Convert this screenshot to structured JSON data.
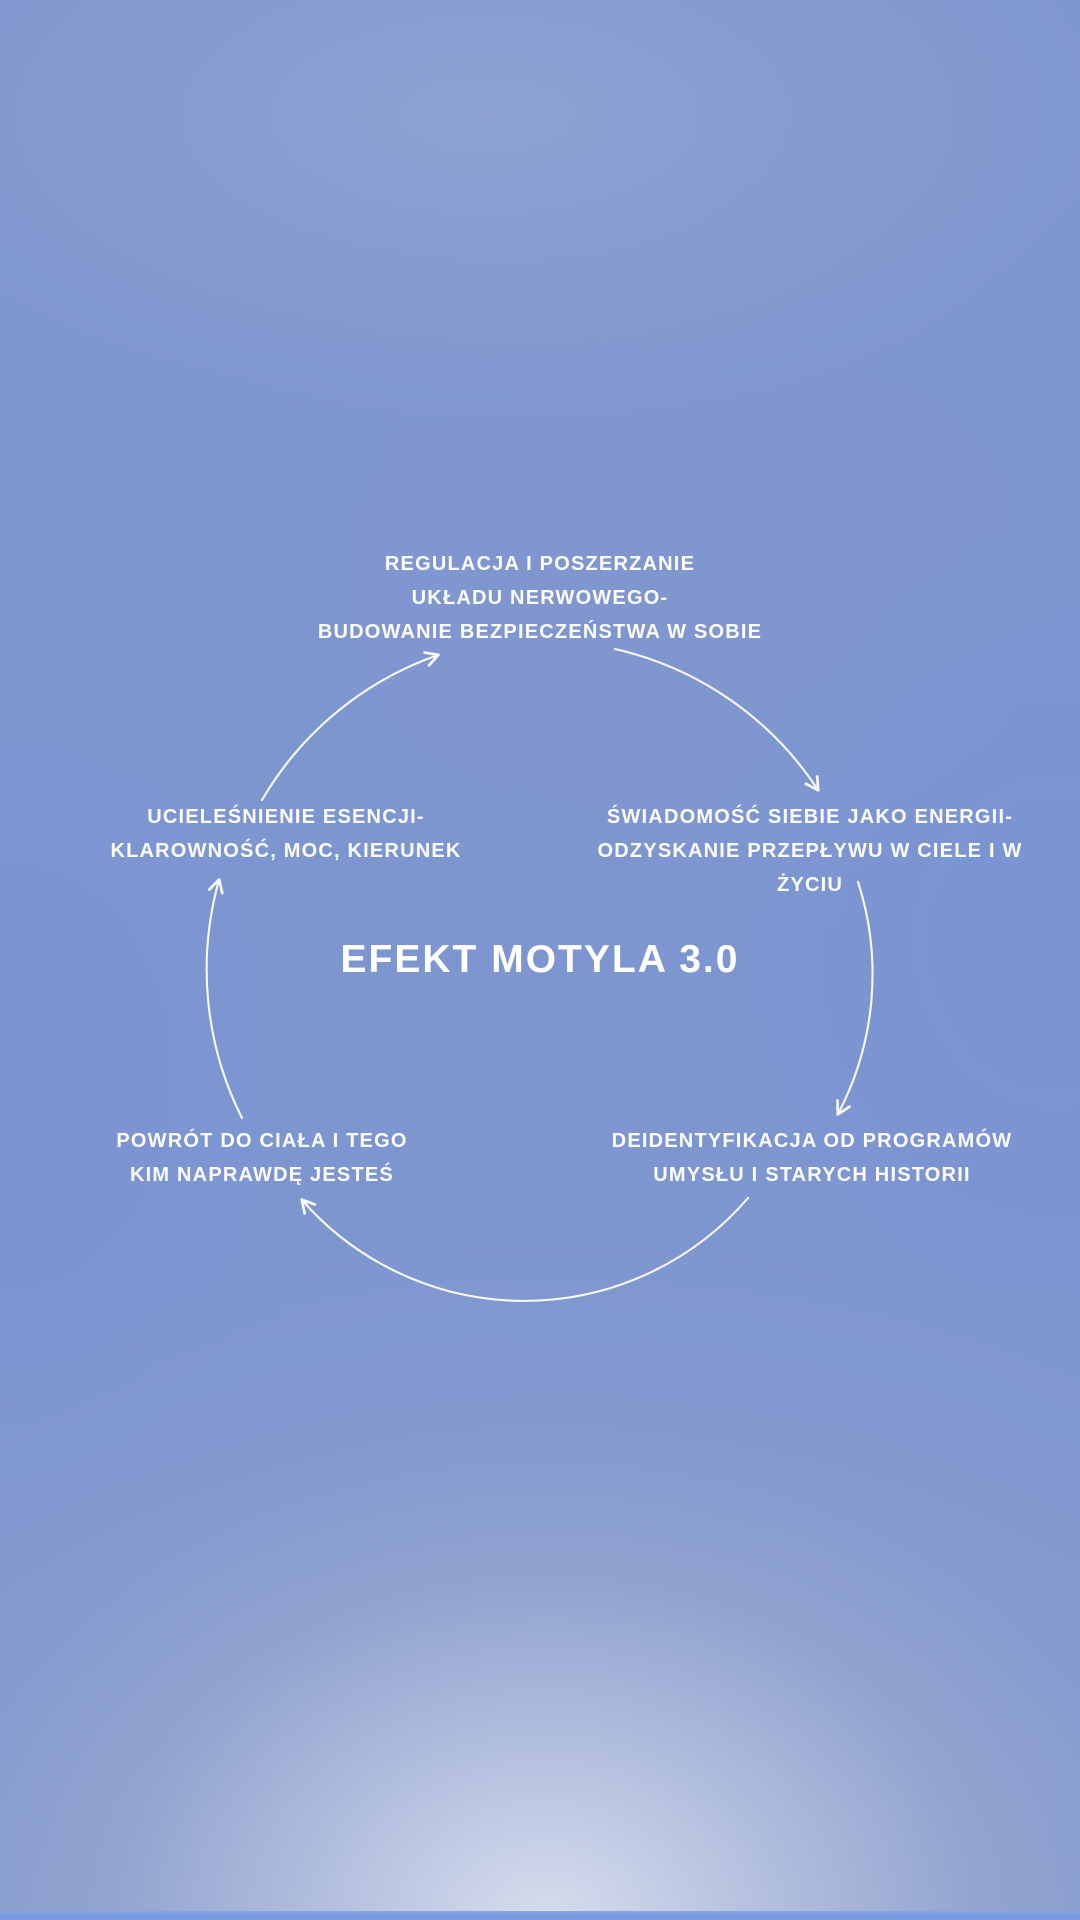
{
  "colors": {
    "background_base": "#7e96d0",
    "bottom_glow": "#c7cfe7",
    "bottom_accent_bar": "#7d9ddf",
    "text": "#ffffff",
    "arrow": "#f8fafd"
  },
  "diagram": {
    "center_title": "EFEKT MOTYLA 3.0",
    "nodes": [
      {
        "id": "top",
        "lines": [
          "REGULACJA I POSZERZANIE",
          "UKŁADU NERWOWEGO-",
          "BUDOWANIE BEZPIECZEŃSTWA W SOBIE"
        ]
      },
      {
        "id": "right",
        "lines": [
          "ŚWIADOMOŚĆ SIEBIE JAKO ENERGII-",
          "ODZYSKANIE PRZEPŁYWU W CIELE I W",
          "ŻYCIU"
        ]
      },
      {
        "id": "bottom-right",
        "lines": [
          "DEIDENTYFIKACJA OD PROGRAMÓW",
          "UMYSŁU I STARYCH HISTORII"
        ]
      },
      {
        "id": "bottom-left",
        "lines": [
          "POWRÓT DO CIAŁA I TEGO",
          "KIM NAPRAWDĘ JESTEŚ"
        ]
      },
      {
        "id": "left",
        "lines": [
          "UCIELEŚNIENIE ESENCJI-",
          "KLAROWNOŚĆ, MOC, KIERUNEK"
        ]
      }
    ],
    "flow": [
      {
        "from": "left",
        "to": "top"
      },
      {
        "from": "top",
        "to": "right"
      },
      {
        "from": "right",
        "to": "bottom-right"
      },
      {
        "from": "bottom-right",
        "to": "bottom-left"
      },
      {
        "from": "bottom-left",
        "to": "left"
      }
    ]
  }
}
